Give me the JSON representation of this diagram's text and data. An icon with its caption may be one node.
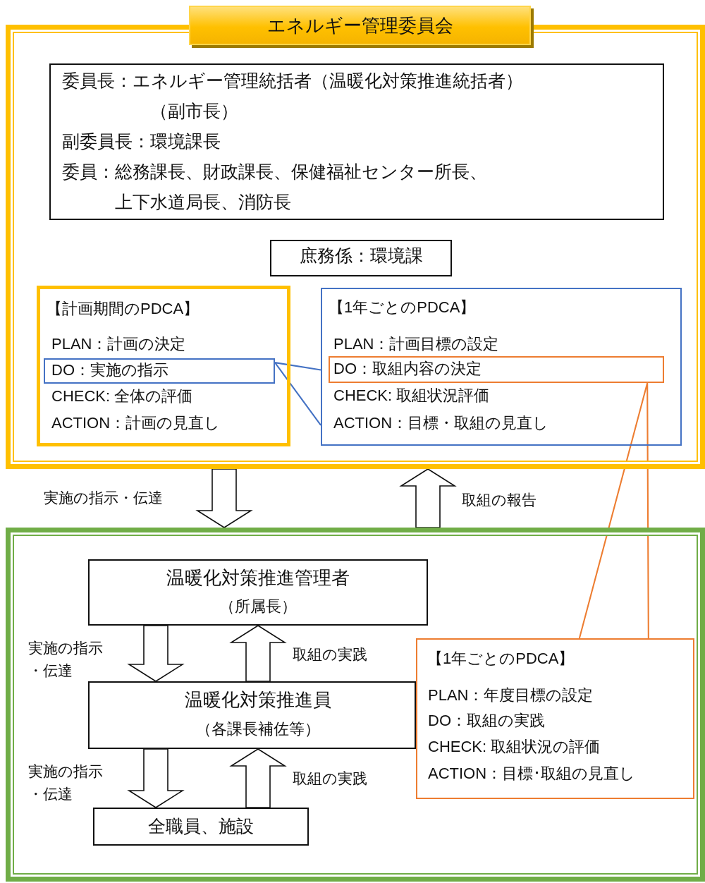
{
  "diagram": {
    "nodes": [
      {
        "text": [
          "エネルギー管理委員会"
        ]
      },
      {
        "text": [
          "委員長：エネルギー管理統括者（温暖化対策推進統括者）（副市長）",
          "副委員長：環境課長",
          "委員：総務課長、財政課長、保健福祉センター所長、上下水道局長、消防長"
        ],
        "in": 0
      },
      {
        "text": [
          "庶務係：環境課"
        ],
        "in": 0
      },
      {
        "text": [
          "【計画期間のPDCA】",
          "PLAN：計画の決定",
          "CHECK:  全体の評価",
          "ACTION：計画の見直し"
        ],
        "in": 0
      },
      {
        "text": [
          "DO：実施の指示"
        ],
        "in": 3
      },
      {
        "text": [
          "【1年ごとのPDCA】",
          "PLAN：計画目標の設定",
          "CHECK:  取組状況評価",
          "ACTION：目標・取組の見直し"
        ],
        "in": 0
      },
      {
        "text": [
          "DO：取組内容の決定"
        ],
        "in": 5
      },
      {
        "text": [],
        "shape": "box"
      },
      {
        "text": [
          "温暖化対策推進管理者",
          "（所属長）"
        ],
        "in": 7
      },
      {
        "text": [
          "温暖化対策推進員",
          "（各課長補佐等）"
        ],
        "in": 7
      },
      {
        "text": [
          "全職員、施設"
        ],
        "in": 7
      },
      {
        "text": [
          "【1年ごとのPDCA】",
          "PLAN：年度目標の設定",
          "DO：取組の実践",
          "CHECK:  取組状況の評価",
          "ACTION：目標･取組の見直し"
        ],
        "in": 7
      }
    ],
    "edges": [
      {
        "from": 0,
        "to": 7,
        "arrow": "to",
        "label": "実施の指示・伝達"
      },
      {
        "from": 7,
        "to": 0,
        "arrow": "to",
        "label": "取組の報告"
      },
      {
        "from": 8,
        "to": 9,
        "arrow": "to",
        "label": "実施の指示・伝達"
      },
      {
        "from": 9,
        "to": 8,
        "arrow": "to",
        "label": "取組の実践"
      },
      {
        "from": 9,
        "to": 10,
        "arrow": "to",
        "label": "実施の指示・伝達"
      },
      {
        "from": 10,
        "to": 9,
        "arrow": "to",
        "label": "取組の実践"
      },
      {
        "from": 4,
        "to": 5,
        "arrow": "none",
        "color": "#4472c4"
      },
      {
        "from": 6,
        "to": 11,
        "arrow": "none",
        "color": "#ed7d31"
      }
    ]
  }
}
